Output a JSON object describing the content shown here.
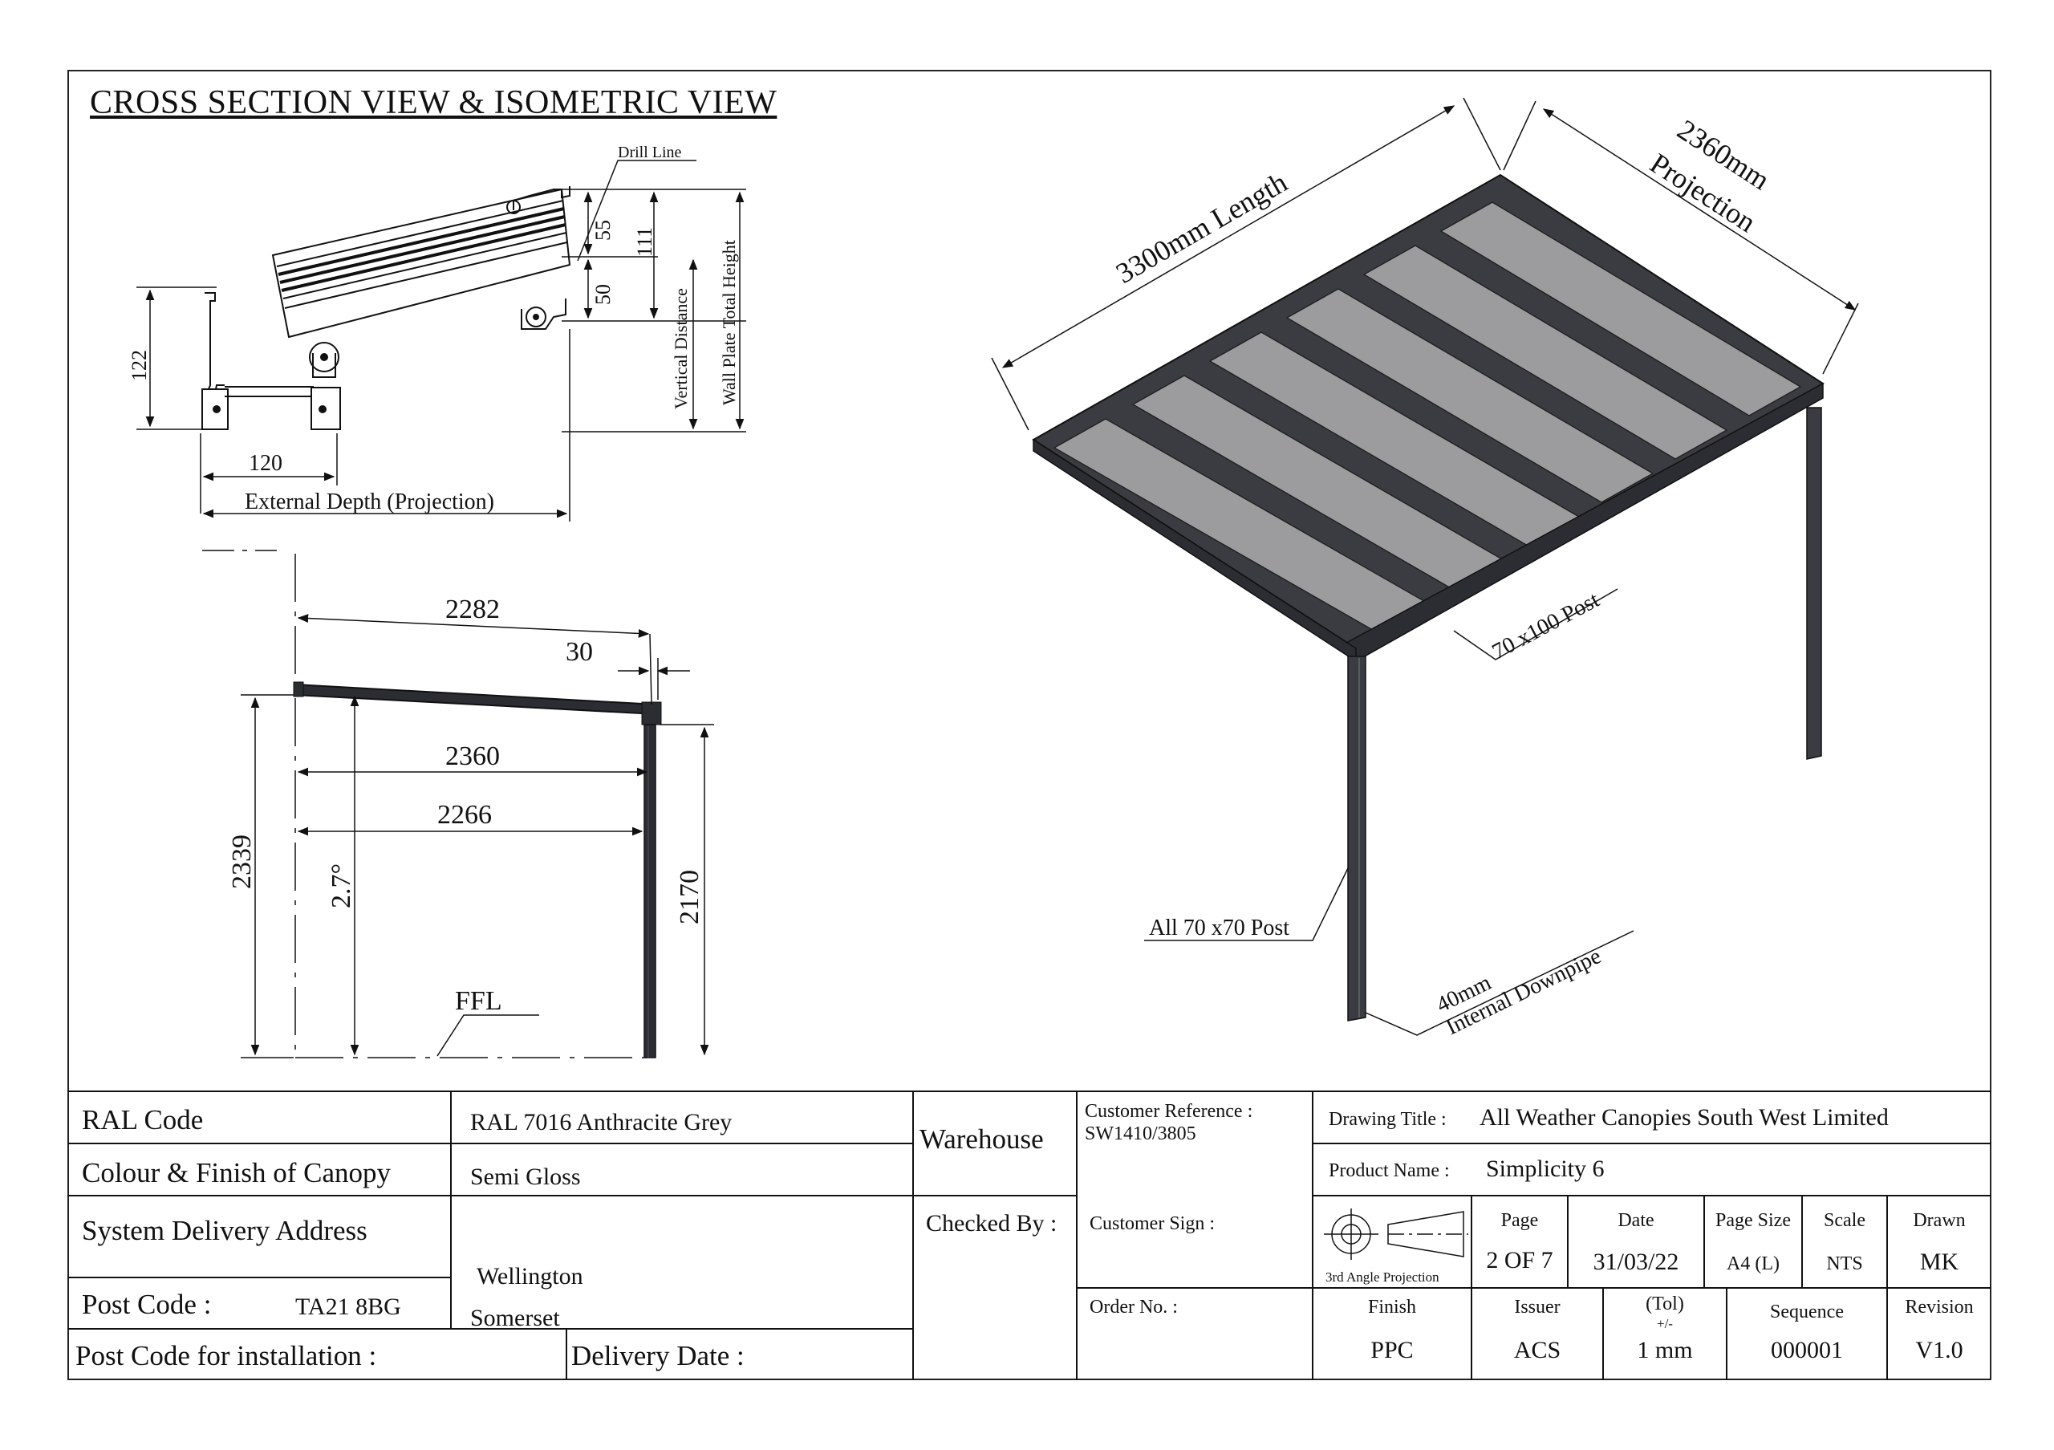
{
  "heading": "CROSS SECTION VIEW & ISOMETRIC VIEW",
  "cross_section": {
    "drill_line": "Drill Line",
    "dim_55": "55",
    "dim_111": "111",
    "dim_50": "50",
    "vertical_distance": "Vertical Distance",
    "wall_plate_total_height": "Wall Plate Total Height",
    "dim_122": "122",
    "dim_120": "120",
    "external_depth": "External Depth (Projection)"
  },
  "side_view": {
    "dim_2282": "2282",
    "dim_30": "30",
    "dim_2360": "2360",
    "dim_2266": "2266",
    "dim_2339": "2339",
    "angle": "2.7°",
    "dim_2170": "2170",
    "ffl": "FFL"
  },
  "isometric": {
    "length_label": "3300mm Length",
    "projection_value": "2360mm",
    "projection_label": "Projection",
    "post_main": "70 x100 Post",
    "post_all": "All 70 x70 Post",
    "downpipe_size": "40mm",
    "downpipe_label": "Internal Downpipe"
  },
  "title_block": {
    "ral_code_label": "RAL Code",
    "ral_code_value": "RAL 7016 Anthracite Grey",
    "colour_label": "Colour & Finish of Canopy",
    "colour_value": "Semi Gloss",
    "delivery_label": "System Delivery Address",
    "address_line1": "Wellington",
    "address_line2": "Somerset",
    "postcode_label": "Post Code :",
    "postcode_value": "TA21 8BG",
    "postcode_install_label": "Post Code for installation :",
    "delivery_date_label": "Delivery Date :",
    "warehouse": "Warehouse",
    "checked_by": "Checked By :",
    "customer_ref_label": "Customer Reference :",
    "customer_ref_value": "SW1410/3805",
    "customer_sign": "Customer Sign :",
    "order_no": "Order No. :",
    "drawing_title_label": "Drawing Title :",
    "drawing_title_value": "All Weather Canopies South West Limited",
    "product_name_label": "Product Name :",
    "product_name_value": "Simplicity 6",
    "projection_caption": "3rd Angle Projection",
    "page_label": "Page",
    "page_value": "2 OF 7",
    "date_label": "Date",
    "date_value": "31/03/22",
    "page_size_label": "Page Size",
    "page_size_value": "A4 (L)",
    "scale_label": "Scale",
    "scale_value": "NTS",
    "drawn_label": "Drawn",
    "drawn_value": "MK",
    "finish_label": "Finish",
    "finish_value": "PPC",
    "issuer_label": "Issuer",
    "issuer_value": "ACS",
    "tol_label": "(Tol)",
    "tol_pm": "+/-",
    "tol_value": "1 mm",
    "sequence_label": "Sequence",
    "sequence_value": "000001",
    "revision_label": "Revision",
    "revision_value": "V1.0"
  }
}
